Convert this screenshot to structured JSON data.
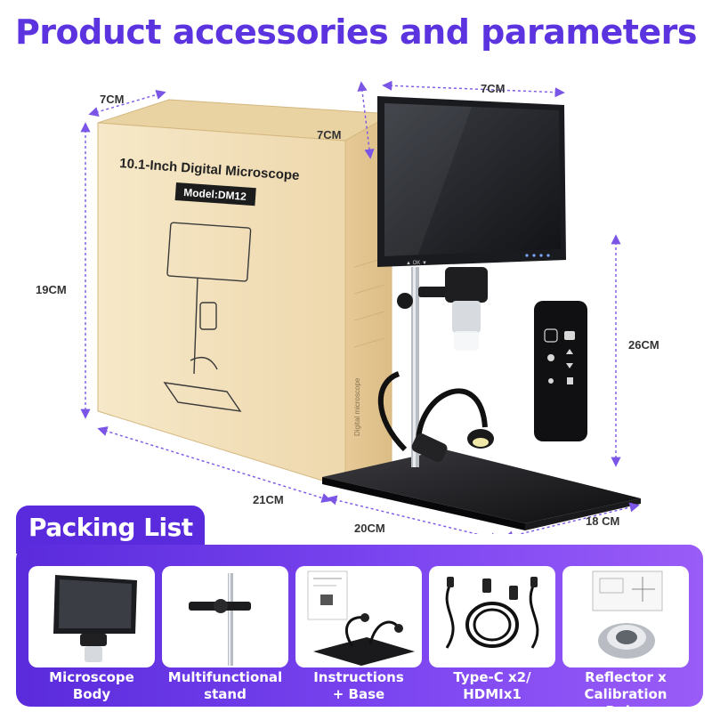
{
  "header": {
    "title": "Product accessories and parameters"
  },
  "box": {
    "heading": "10.1-Inch Digital Microscope",
    "model": "Model:DM12",
    "spine_text": "Digital microscope"
  },
  "monitor": {
    "nav_text": "▲ OK ▼"
  },
  "dimensions": {
    "box_top": "7CM",
    "screen_width": "7CM",
    "screen_depth": "7CM",
    "box_height": "19CM",
    "stand_height": "26CM",
    "box_width": "21CM",
    "base_width": "20CM",
    "base_depth": "18 CM"
  },
  "packing": {
    "title": "Packing List",
    "items": [
      {
        "line1": "Microscope",
        "line2": "Body"
      },
      {
        "line1": "Multifunctional",
        "line2": "stand"
      },
      {
        "line1": "Instructions",
        "line2": "+ Base"
      },
      {
        "line1": "Type-C x2/",
        "line2": "HDMIx1"
      },
      {
        "line1": "Reflector x",
        "line2": "Calibration Ruler"
      }
    ]
  },
  "colors": {
    "accent": "#5b34e0",
    "panel": "#6a36e8",
    "box": "#f2e2bf",
    "arrow": "#7b55e6"
  }
}
